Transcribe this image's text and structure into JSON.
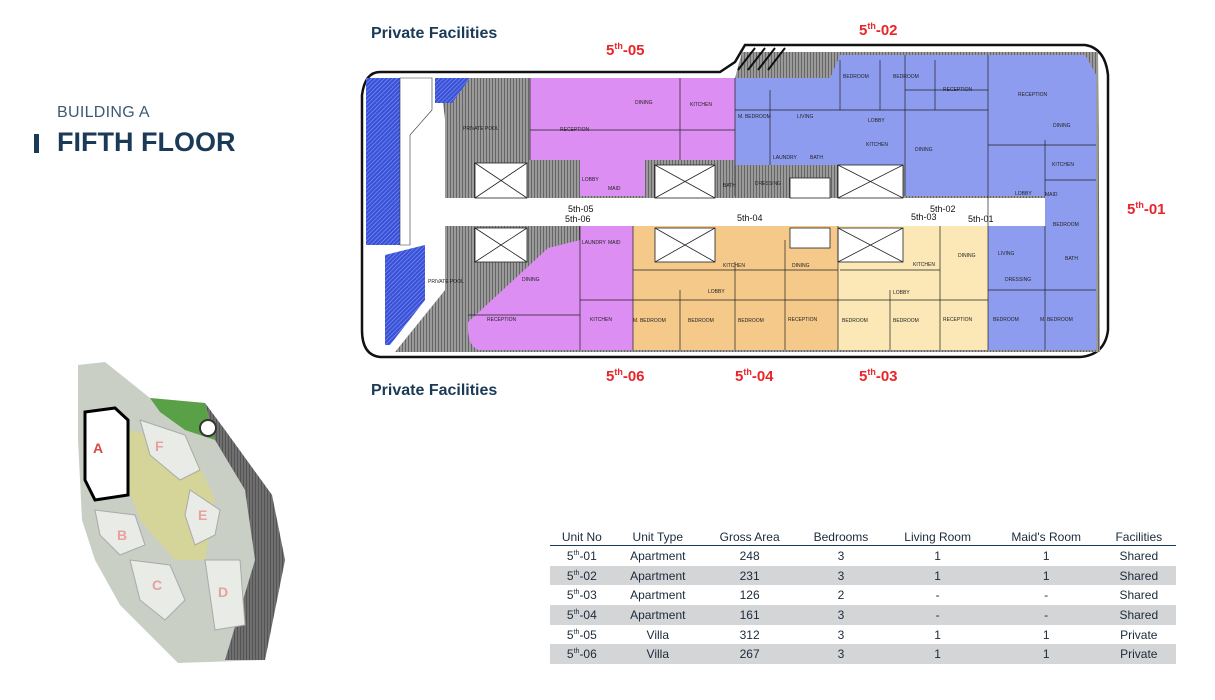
{
  "header": {
    "subtitle": "BUILDING A",
    "title": "FIFTH FLOOR"
  },
  "floor_plan": {
    "private_facilities_top": "Private Facilities",
    "private_facilities_bottom": "Private Facilities",
    "unit_labels": [
      {
        "base": "5",
        "sup": "th",
        "suffix": "-01"
      },
      {
        "base": "5",
        "sup": "th",
        "suffix": "-02"
      },
      {
        "base": "5",
        "sup": "th",
        "suffix": "-03"
      },
      {
        "base": "5",
        "sup": "th",
        "suffix": "-04"
      },
      {
        "base": "5",
        "sup": "th",
        "suffix": "-05"
      },
      {
        "base": "5",
        "sup": "th",
        "suffix": "-06"
      }
    ],
    "corridor_markers": [
      "5th-05",
      "5th-06",
      "5th-04",
      "5th-02",
      "5th-03",
      "5th-01"
    ],
    "room_labels": [
      "DINING",
      "KITCHEN",
      "RECEPTION",
      "M. BEDROOM",
      "LIVING",
      "BEDROOM",
      "BEDROOM",
      "RECEPTION",
      "RECEPTION",
      "DINING",
      "LOBBY",
      "KITCHEN",
      "DINING",
      "LAUNDRY",
      "BATH",
      "LOBBY",
      "MAID",
      "BATH",
      "DRESSING",
      "KITCHEN",
      "LOBBY",
      "MAID",
      "BEDROOM",
      "LIVING",
      "BATH",
      "DRESSING",
      "BEDROOM",
      "M. BEDROOM",
      "RECEPTION",
      "BEDROOM",
      "BEDROOM",
      "LOBBY",
      "KITCHEN",
      "DINING",
      "RECEPTION",
      "BEDROOM",
      "BEDROOM",
      "M. BEDROOM",
      "LOBBY",
      "KITCHEN",
      "DINING",
      "RECEPTION",
      "KITCHEN",
      "DINING",
      "LAUNDRY",
      "MAID",
      "PRIVATE POOL",
      "PRIVATE POOL"
    ],
    "colors": {
      "villa": "#dc8ef2",
      "apartment_01_02": "#8e9cf0",
      "apartment_04": "#f5c98a",
      "apartment_03": "#fbe8b6"
    }
  },
  "site_plan": {
    "buildings": [
      "A",
      "B",
      "C",
      "D",
      "E",
      "F"
    ]
  },
  "table": {
    "headers": [
      "Unit No",
      "Unit Type",
      "Gross Area",
      "Bedrooms",
      "Living Room",
      "Maid's Room",
      "Facilities"
    ],
    "rows": [
      {
        "unit_base": "5",
        "unit_sup": "th",
        "unit_suffix": "-01",
        "type": "Apartment",
        "area": "248",
        "bedrooms": "3",
        "living": "1",
        "maid": "1",
        "facilities": "Shared"
      },
      {
        "unit_base": "5",
        "unit_sup": "th",
        "unit_suffix": "-02",
        "type": "Apartment",
        "area": "231",
        "bedrooms": "3",
        "living": "1",
        "maid": "1",
        "facilities": "Shared"
      },
      {
        "unit_base": "5",
        "unit_sup": "th",
        "unit_suffix": "-03",
        "type": "Apartment",
        "area": "126",
        "bedrooms": "2",
        "living": "-",
        "maid": "-",
        "facilities": "Shared"
      },
      {
        "unit_base": "5",
        "unit_sup": "th",
        "unit_suffix": "-04",
        "type": "Apartment",
        "area": "161",
        "bedrooms": "3",
        "living": "-",
        "maid": "-",
        "facilities": "Shared"
      },
      {
        "unit_base": "5",
        "unit_sup": "th",
        "unit_suffix": "-05",
        "type": "Villa",
        "area": "312",
        "bedrooms": "3",
        "living": "1",
        "maid": "1",
        "facilities": "Private"
      },
      {
        "unit_base": "5",
        "unit_sup": "th",
        "unit_suffix": "-06",
        "type": "Villa",
        "area": "267",
        "bedrooms": "3",
        "living": "1",
        "maid": "1",
        "facilities": "Private"
      }
    ]
  }
}
